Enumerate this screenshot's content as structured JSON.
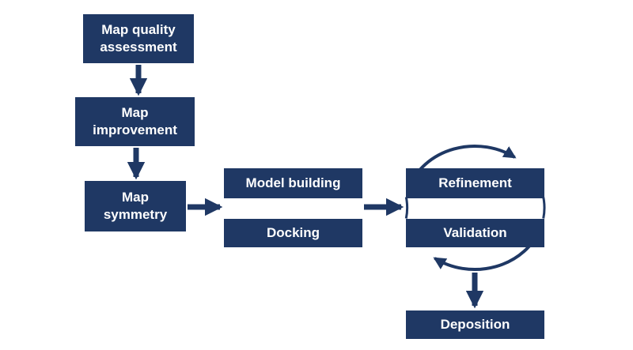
{
  "colors": {
    "box": "#1f3864",
    "box-text": "#ffffff",
    "arrow": "#1f3864",
    "background": "#ffffff"
  },
  "nodes": {
    "map_quality_assessment": {
      "label": "Map quality\nassessment"
    },
    "map_improvement": {
      "label": "Map\nimprovement"
    },
    "map_symmetry": {
      "label": "Map\nsymmetry"
    },
    "model_building": {
      "label": "Model building"
    },
    "docking": {
      "label": "Docking"
    },
    "refinement": {
      "label": "Refinement"
    },
    "validation": {
      "label": "Validation"
    },
    "deposition": {
      "label": "Deposition"
    }
  }
}
